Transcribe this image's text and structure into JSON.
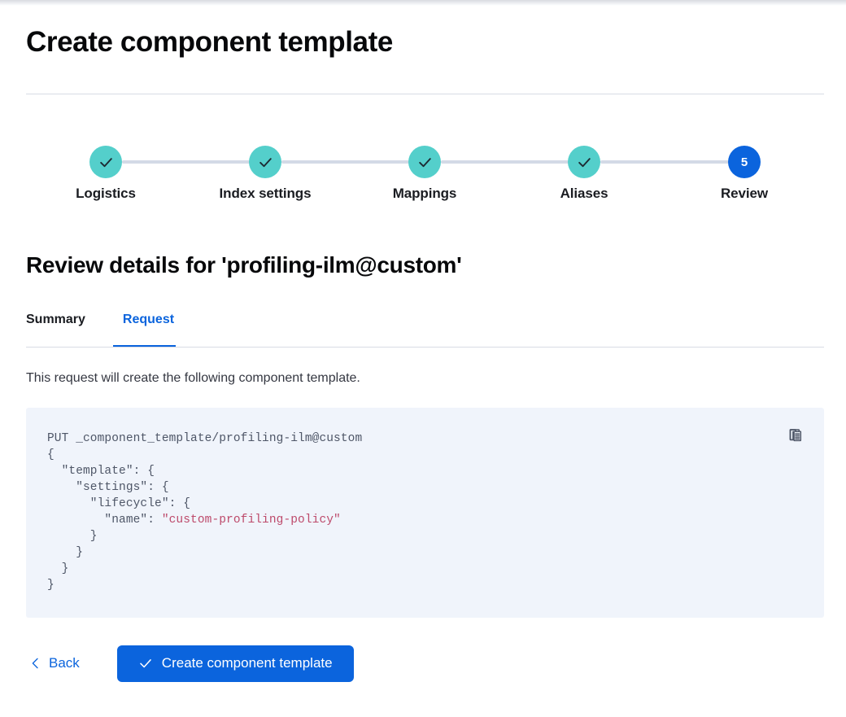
{
  "page": {
    "title": "Create component template",
    "section_title": "Review details for 'profiling-ilm@custom'",
    "description": "This request will create the following component template."
  },
  "stepper": {
    "steps": [
      {
        "label": "Logistics",
        "number": "1",
        "state": "done",
        "icon": "check-icon"
      },
      {
        "label": "Index settings",
        "number": "2",
        "state": "done",
        "icon": "check-icon"
      },
      {
        "label": "Mappings",
        "number": "3",
        "state": "done",
        "icon": "check-icon"
      },
      {
        "label": "Aliases",
        "number": "4",
        "state": "done",
        "icon": "check-icon"
      },
      {
        "label": "Review",
        "number": "5",
        "state": "current",
        "icon": ""
      }
    ],
    "done_color": "#54cfcb",
    "current_color": "#0b64dd",
    "connector_color": "#d3dae6"
  },
  "tabs": {
    "items": [
      {
        "label": "Summary",
        "active": false
      },
      {
        "label": "Request",
        "active": true
      }
    ],
    "active_color": "#0b64dd"
  },
  "code": {
    "copy_icon": "copy-clipboard-icon",
    "line1": "PUT _component_template/profiling-ilm@custom",
    "line2": "{",
    "line3": "  \"template\": {",
    "line4": "    \"settings\": {",
    "line5": "      \"lifecycle\": {",
    "line6_key": "        \"name\": ",
    "line6_value": "\"custom-profiling-policy\"",
    "line7": "      }",
    "line8": "    }",
    "line9": "  }",
    "line10": "}",
    "background": "#f0f4fb",
    "string_color": "#bd4a6b"
  },
  "footer": {
    "back_label": "Back",
    "back_icon": "chevron-left-icon",
    "create_label": "Create component template",
    "create_icon": "check-icon",
    "create_button_color": "#0b64dd"
  }
}
